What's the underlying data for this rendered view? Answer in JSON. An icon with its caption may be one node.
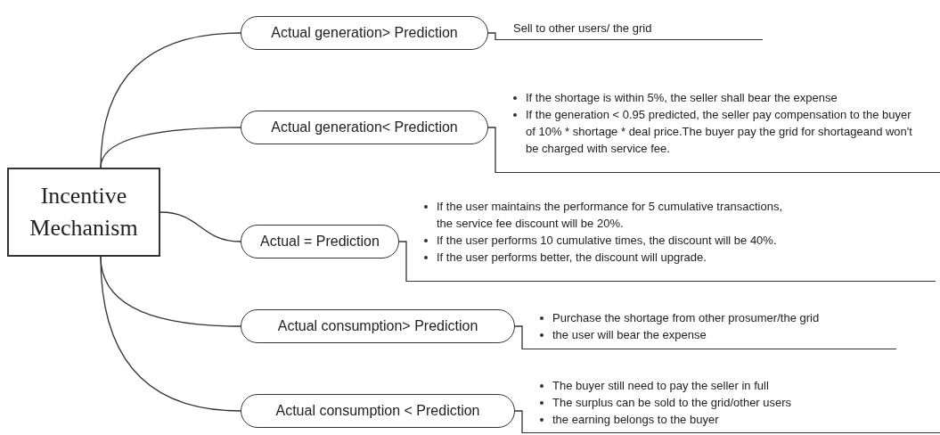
{
  "diagram": {
    "nodes": [
      {
        "text": [
          "Incentive Mechanism"
        ]
      },
      {
        "text": [
          "Actual generation> Prediction"
        ]
      },
      {
        "text": [
          "Actual generation< Prediction"
        ]
      },
      {
        "text": [
          "Actual = Prediction"
        ]
      },
      {
        "text": [
          "Actual consumption> Prediction"
        ]
      },
      {
        "text": [
          "Actual consumption < Prediction"
        ]
      },
      {
        "text": [
          "Sell to other users/ the grid"
        ]
      },
      {
        "text": [
          "If the shortage is within 5%, the seller shall bear the expense",
          "If the generation < 0.95 predicted, the seller pay compensation to the buyer of 10% * shortage * deal price.The buyer pay the grid for shortageand won't be charged with service fee."
        ]
      },
      {
        "text": [
          "If the user maintains the performance for 5 cumulative transactions, the service fee discount will be 20%.",
          "If the user performs 10 cumulative times, the discount will be 40%.",
          "If the user performs better, the discount will upgrade."
        ]
      },
      {
        "text": [
          "Purchase the shortage from other prosumer/the grid",
          "the user will bear the expense"
        ]
      },
      {
        "text": [
          "The buyer still need to pay the seller in full",
          "The surplus can be sold to the grid/other users",
          "the earning belongs to the buyer"
        ]
      }
    ],
    "edges": [
      {
        "from": 0,
        "to": 1,
        "arrow": "none"
      },
      {
        "from": 0,
        "to": 2,
        "arrow": "none"
      },
      {
        "from": 0,
        "to": 3,
        "arrow": "none"
      },
      {
        "from": 0,
        "to": 4,
        "arrow": "none"
      },
      {
        "from": 0,
        "to": 5,
        "arrow": "none"
      },
      {
        "from": 1,
        "to": 6,
        "arrow": "none"
      },
      {
        "from": 2,
        "to": 7,
        "arrow": "none"
      },
      {
        "from": 3,
        "to": 8,
        "arrow": "none"
      },
      {
        "from": 4,
        "to": 9,
        "arrow": "none"
      },
      {
        "from": 5,
        "to": 10,
        "arrow": "none"
      }
    ]
  }
}
